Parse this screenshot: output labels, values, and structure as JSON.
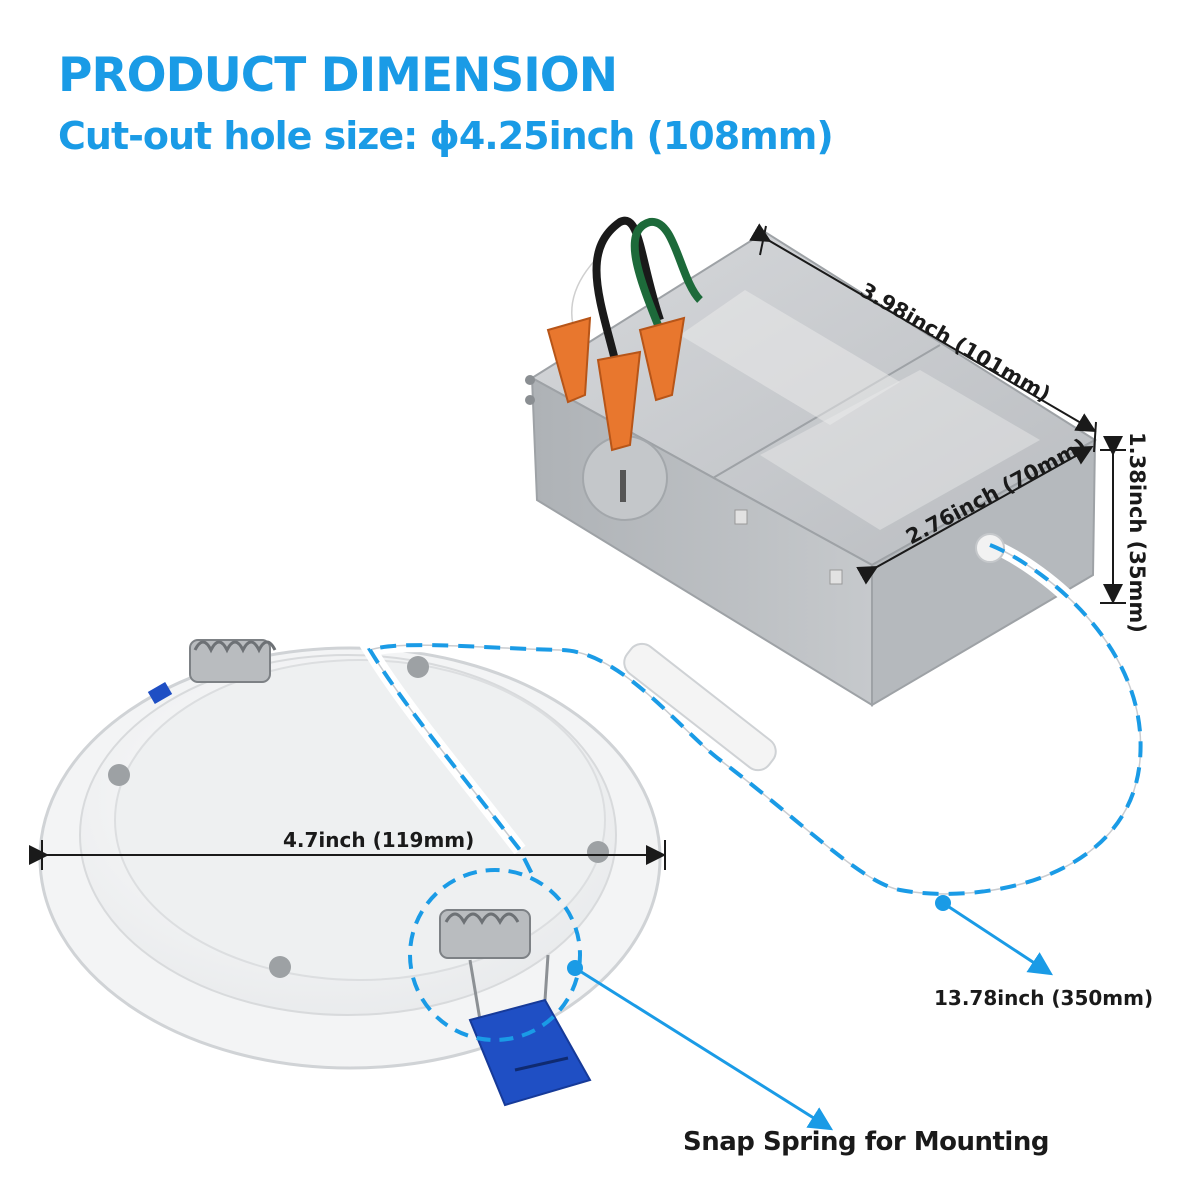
{
  "header": {
    "title": "PRODUCT DIMENSION",
    "subtitle": "Cut-out hole size: ϕ4.25inch (108mm)"
  },
  "dimensions": {
    "box_length": "3.98inch (101mm)",
    "box_height": "1.38inch (35mm)",
    "box_width": "2.76inch (70mm)",
    "light_diameter": "4.7inch (119mm)",
    "cable_length": "13.78inch (350mm)"
  },
  "callout": {
    "spring_label": "Snap Spring for Mounting"
  },
  "colors": {
    "accent": "#1a9be6",
    "clip_blue": "#1f4fc4",
    "wire_nut": "#e8772e",
    "box_metal": "#c9ccd0"
  }
}
